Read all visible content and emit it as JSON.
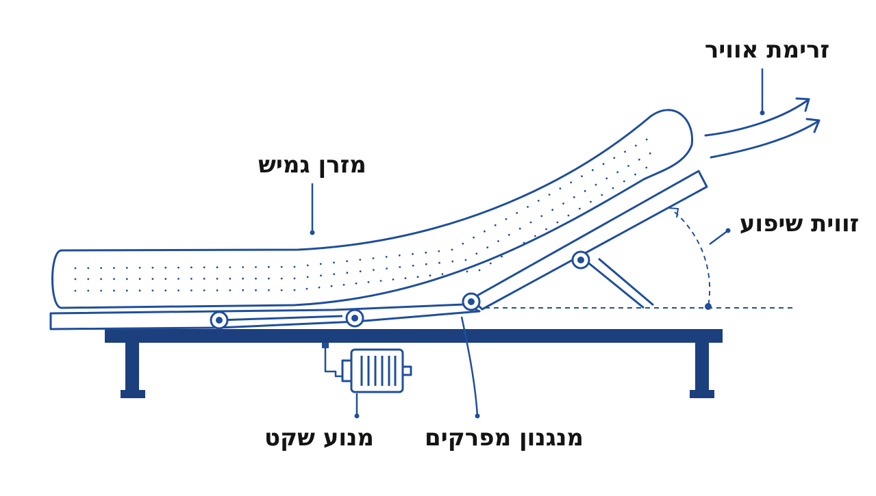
{
  "labels": {
    "air_flow": "זרימת אוויר",
    "flexible_mattress": "מזרן גמיש",
    "tilt_angle": "זווית שיפוע",
    "quiet_motor": "מנוע שקט",
    "hinge_mechanism": "מנגנון מפרקים"
  },
  "colors": {
    "line": "#1f4e9c",
    "frame": "#1c3f7e",
    "text": "#141414",
    "background": "#ffffff"
  }
}
